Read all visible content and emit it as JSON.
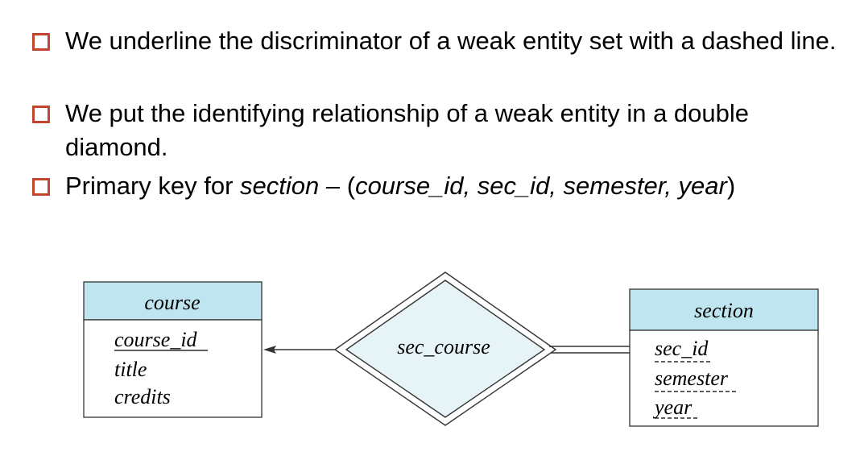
{
  "bullets": [
    {
      "text": "We underline the discriminator of a weak entity set  with a dashed line."
    },
    {
      "text": "We put the identifying relationship of a weak entity in a double diamond."
    },
    {
      "prefix": "Primary key for ",
      "entity": "section",
      "dash": " – (",
      "keys": "course_id, sec_id, semester, year",
      "suffix": ")"
    }
  ],
  "diagram": {
    "colors": {
      "header": "#bfe6f0",
      "diamond": "#e6f4f8",
      "stroke": "#333333"
    },
    "course": {
      "title": "course",
      "attrs": [
        "course_id",
        "title",
        "credits"
      ]
    },
    "relationship": {
      "label": "sec_course"
    },
    "section": {
      "title": "section",
      "attrs": [
        "sec_id",
        "semester",
        "year"
      ]
    }
  }
}
